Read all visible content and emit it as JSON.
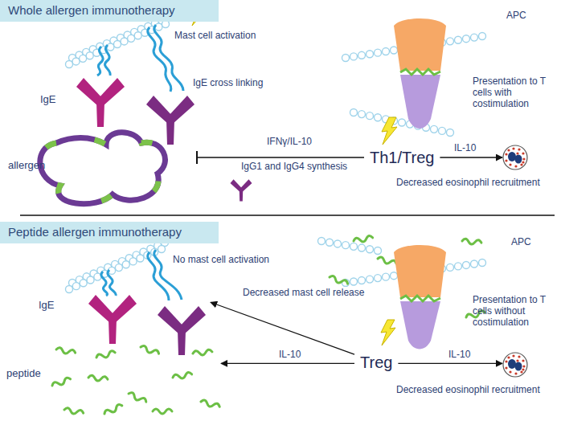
{
  "diagram": {
    "nodes": [
      {
        "text": [
          "Whole allergen immunotherapy"
        ]
      },
      {
        "text": [
          "allergen"
        ]
      },
      {
        "text": [
          "APC",
          "Presentation to T cells with costimulation"
        ]
      },
      {
        "text": [
          "Th1/Treg"
        ]
      },
      {
        "text": [
          "Decreased eosinophil recruitment"
        ]
      },
      {
        "text": [
          "Peptide allergen immunotherapy"
        ]
      },
      {
        "text": [
          "IgE"
        ]
      },
      {
        "text": [
          "peptide"
        ]
      },
      {
        "text": [
          "APC",
          "Presentation to T cells without costimulation"
        ]
      },
      {
        "text": [
          "Treg"
        ]
      },
      {
        "text": [
          "Decreased eosinophil recruitment"
        ]
      }
    ],
    "edges": [
      {
        "from": 3,
        "to": 1,
        "label": "IFNγ/IL-10",
        "arrow": "to"
      },
      {
        "from": 3,
        "to": 4,
        "label": "IL-10",
        "arrow": "to"
      },
      {
        "from": 9,
        "to": 6,
        "label": "Decreased mast cell release",
        "arrow": "to"
      },
      {
        "from": 9,
        "to": 7,
        "label": "IL-10",
        "arrow": "to"
      },
      {
        "from": 9,
        "to": 10,
        "label": "IL-10",
        "arrow": "to"
      }
    ],
    "labels": [
      "Mast cell activation",
      "IgE",
      "IgE cross linking",
      "IgG1 and IgG4 synthesis",
      "No mast cell activation"
    ]
  }
}
